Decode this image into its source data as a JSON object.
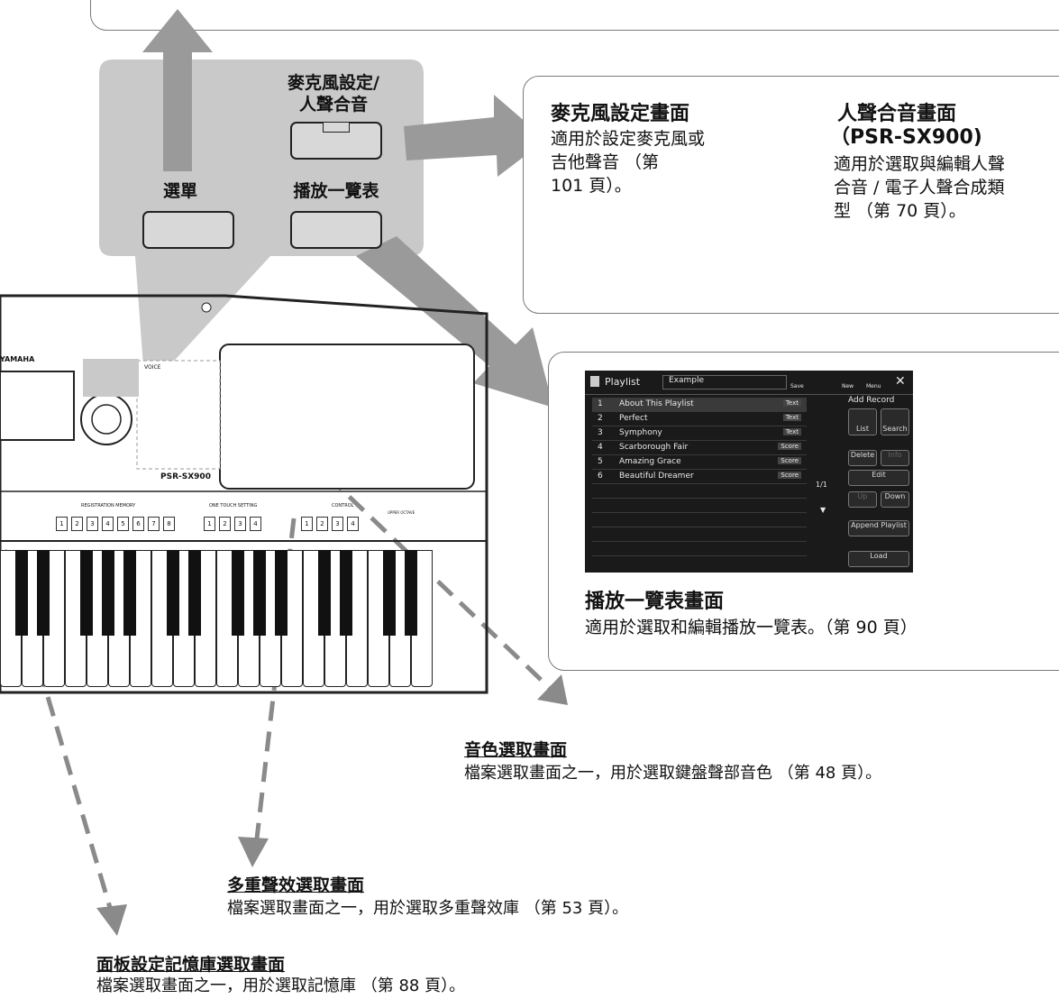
{
  "panel": {
    "mic_label": "麥克風設定/\n人聲合音",
    "menu_label": "選單",
    "playlist_label": "播放一覽表"
  },
  "mic_callout": {
    "title": "麥克風設定畫面",
    "body": "適用於設定麥克風或\n吉他聲音 （第\n101 頁）。"
  },
  "vocal_callout": {
    "title": "人聲合音畫面",
    "model": "（PSR-SX900)",
    "body": "適用於選取與編輯人聲\n合音 / 電子人聲合成類\n型 （第 70 頁）。"
  },
  "playlist_callout": {
    "title": "播放一覽表畫面",
    "body": "適用於選取和編輯播放一覽表。（第 90 頁）"
  },
  "playlist_screen": {
    "title": "Playlist",
    "name": "Example",
    "save": "Save",
    "new": "New",
    "menu": "Menu",
    "close": "✕",
    "add_record": "Add Record",
    "list": "List",
    "search": "Search",
    "delete": "Delete",
    "info": "Info",
    "edit": "Edit",
    "up": "Up",
    "down": "Down",
    "page": "1/1",
    "append": "Append Playlist",
    "load": "Load",
    "rows": [
      {
        "num": "1",
        "name": "About This Playlist",
        "tag": "Text"
      },
      {
        "num": "2",
        "name": "Perfect",
        "tag": "Text"
      },
      {
        "num": "3",
        "name": "Symphony",
        "tag": "Text"
      },
      {
        "num": "4",
        "name": "Scarborough Fair",
        "tag": "Score"
      },
      {
        "num": "5",
        "name": "Amazing Grace",
        "tag": "Score"
      },
      {
        "num": "6",
        "name": "Beautiful Dreamer",
        "tag": "Score"
      }
    ]
  },
  "keyboard": {
    "brand": "YAMAHA",
    "model": "PSR-SX900",
    "voice": "VOICE",
    "registration_memory": "REGISTRATION MEMORY",
    "one_touch_setting": "ONE TOUCH SETTING",
    "control": "CONTROL",
    "upper_octave": "UPPER OCTAVE",
    "reg_numbers": [
      "1",
      "2",
      "3",
      "4",
      "5",
      "6",
      "7",
      "8"
    ],
    "ots_numbers": [
      "1",
      "2",
      "3",
      "4"
    ],
    "ctrl_numbers": [
      "1",
      "2",
      "3",
      "4"
    ]
  },
  "captions": {
    "voice_title": "音色選取畫面",
    "voice_body": "檔案選取畫面之一，用於選取鍵盤聲部音色 （第 48 頁）。",
    "multipad_title": "多重聲效選取畫面",
    "multipad_body": "檔案選取畫面之一，用於選取多重聲效庫 （第 53 頁）。",
    "regist_title": "面板設定記憶庫選取畫面",
    "regist_body": "檔案選取畫面之一，用於選取記憶庫 （第 88 頁）。"
  },
  "colors": {
    "arrow": "#9a9a9a",
    "panel_bg": "#c9c9c9",
    "dashed": "#8a8a8a"
  }
}
